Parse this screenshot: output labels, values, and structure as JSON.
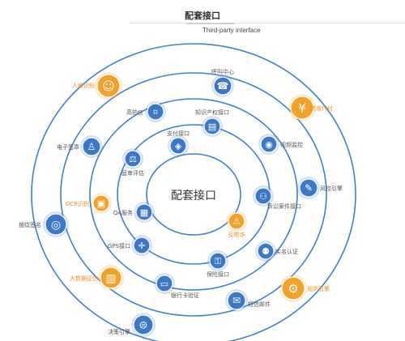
{
  "header": {
    "title": "配套接口",
    "subtitle": "Third-party interface"
  },
  "center": {
    "label": "配套接口"
  },
  "colors": {
    "ring": "#3f7fd1",
    "node_blue": "#3b78c8",
    "node_orange": "#f3a229",
    "label_default": "#555555",
    "label_orange": "#e8901a"
  },
  "nodes": [
    {
      "id": "face-recognition",
      "label": "人脸识别",
      "icon": "face-scan-icon",
      "color": "orange"
    },
    {
      "id": "call-center",
      "label": "呼叫中心",
      "icon": "headset-icon",
      "color": "blue"
    },
    {
      "id": "agent-payment",
      "label": "代收代付",
      "icon": "money-hand-icon",
      "color": "orange"
    },
    {
      "id": "high-speed-scanner",
      "label": "高拍仪",
      "icon": "camera-icon",
      "color": "blue"
    },
    {
      "id": "ip-interface",
      "label": "知识产权接口",
      "icon": "document-icon",
      "color": "blue"
    },
    {
      "id": "e-signature",
      "label": "电子签章",
      "icon": "user-stamp-icon",
      "color": "blue"
    },
    {
      "id": "payment-interface",
      "label": "支付接口",
      "icon": "payment-icon",
      "color": "blue"
    },
    {
      "id": "video-surveillance",
      "label": "视频监控",
      "icon": "cctv-icon",
      "color": "blue"
    },
    {
      "id": "hearing-evaluation",
      "label": "庭审评估",
      "icon": "gavel-icon",
      "color": "blue"
    },
    {
      "id": "risk-engine",
      "label": "风控引擎",
      "icon": "shield-icon",
      "color": "blue"
    },
    {
      "id": "ocr-recognition",
      "label": "OCR识别",
      "icon": "ocr-icon",
      "color": "orange"
    },
    {
      "id": "litigation-interface",
      "label": "诉讼案件接口",
      "icon": "case-user-icon",
      "color": "blue"
    },
    {
      "id": "fingerprint-signature",
      "label": "按纹签名",
      "icon": "fingerprint-icon",
      "color": "blue"
    },
    {
      "id": "qa-service",
      "label": "QA服务",
      "icon": "qa-icon",
      "color": "blue"
    },
    {
      "id": "anti-fraud",
      "label": "反欺诈",
      "icon": "anti-fraud-icon",
      "color": "orange"
    },
    {
      "id": "gps-interface",
      "label": "GPS接口",
      "icon": "gps-icon",
      "color": "blue"
    },
    {
      "id": "real-name-auth",
      "label": "实名认证",
      "icon": "real-name-icon",
      "color": "blue"
    },
    {
      "id": "big-data-credit",
      "label": "大数据征信",
      "icon": "data-icon",
      "color": "orange"
    },
    {
      "id": "guarantee-interface",
      "label": "保险接口",
      "icon": "lock-icon",
      "color": "blue"
    },
    {
      "id": "bank-card-verify",
      "label": "银行卡验证",
      "icon": "bank-card-icon",
      "color": "blue"
    },
    {
      "id": "rule-engine",
      "label": "规则引擎",
      "icon": "rule-engine-icon",
      "color": "orange"
    },
    {
      "id": "sms-email",
      "label": "短信邮件",
      "icon": "mail-icon",
      "color": "blue"
    },
    {
      "id": "decision-engine",
      "label": "决策引擎",
      "icon": "decision-icon",
      "color": "blue"
    }
  ]
}
